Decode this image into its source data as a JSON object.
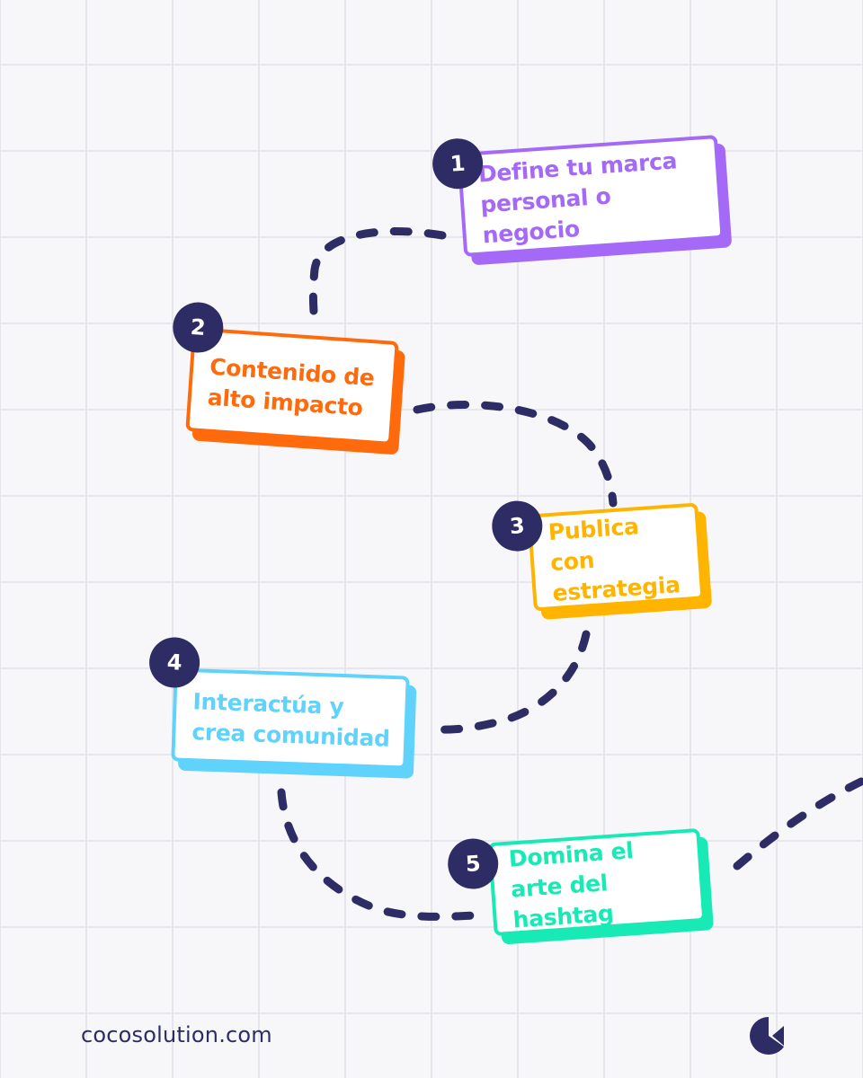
{
  "colors": {
    "background": "#f7f7f9",
    "grid": "#e6e6ec",
    "navy": "#2e2c64",
    "purple": "#a46af7",
    "orange": "#ff6a0d",
    "yellow": "#ffb400",
    "cyan": "#5fd3fb",
    "teal": "#18eab6"
  },
  "steps": [
    {
      "number": "1",
      "label": "Define tu marca personal o negocio",
      "color": "#a46af7"
    },
    {
      "number": "2",
      "label": "Contenido de alto impacto",
      "color": "#ff6a0d"
    },
    {
      "number": "3",
      "label": "Publica con estrategia",
      "color": "#ffb400"
    },
    {
      "number": "4",
      "label": "Interactúa y crea comunidad",
      "color": "#5fd3fb"
    },
    {
      "number": "5",
      "label": "Domina el arte del hashtag",
      "color": "#18eab6"
    }
  ],
  "footer": {
    "website": "cocosolution.com",
    "logo_icon": "cocosolution-logo-icon"
  }
}
